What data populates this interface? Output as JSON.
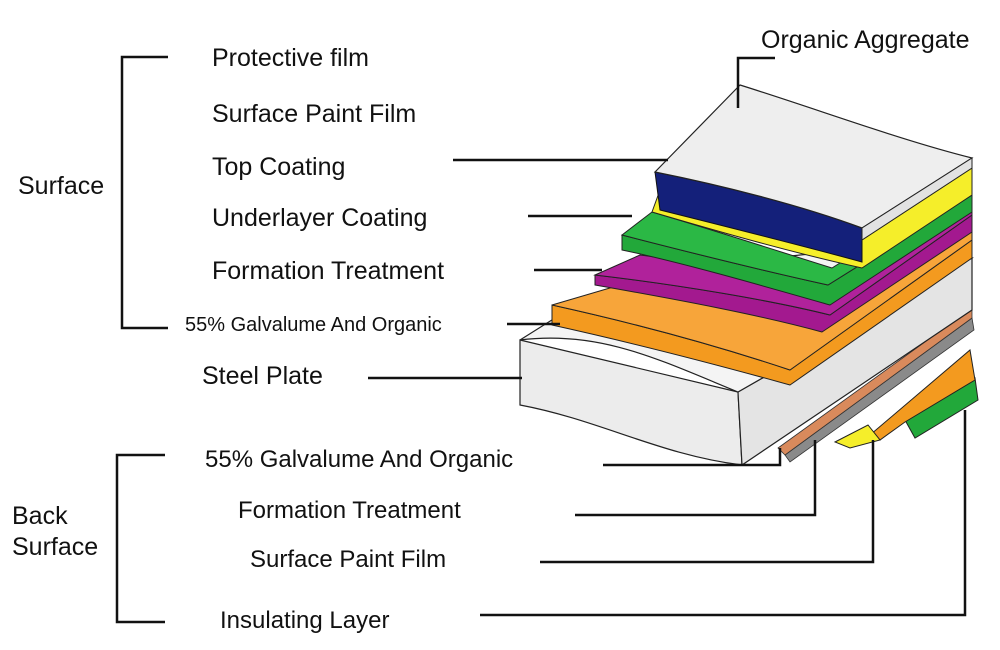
{
  "groups": {
    "surface": "Surface",
    "back_surface_line1": "Back",
    "back_surface_line2": "Surface"
  },
  "top_label": "Organic Aggregate",
  "surface_layers": [
    "Protective film",
    "Surface Paint Film",
    "Top Coating",
    "Underlayer Coating",
    "Formation Treatment",
    "55% Galvalume And Organic"
  ],
  "core_layer": "Steel Plate",
  "back_layers": [
    "55% Galvalume And Organic",
    "Formation Treatment",
    "Surface Paint Film",
    "Insulating Layer"
  ],
  "colors": {
    "white_layer": "#eeeeee",
    "navy": "#14207a",
    "yellow": "#f5ee2a",
    "green": "#22a83a",
    "magenta": "#a3198f",
    "orange": "#f39a1f",
    "steel": "#ececec",
    "copper": "#d98a5c",
    "gray": "#8a8a8a",
    "line": "#111111"
  }
}
